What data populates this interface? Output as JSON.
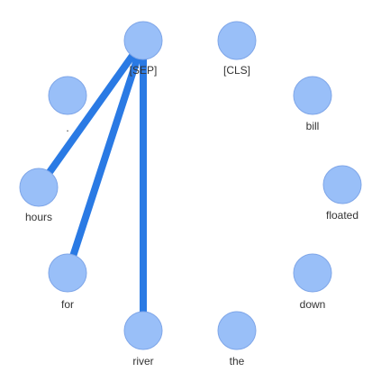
{
  "colors": {
    "node_fill": "#99bff8",
    "node_stroke": "#7fa6e8",
    "edge": "#2a7ae4",
    "label": "#333333"
  },
  "tokens": [
    {
      "id": "sep",
      "label": "[SEP]"
    },
    {
      "id": "cls",
      "label": "[CLS]"
    },
    {
      "id": "bill",
      "label": "bill"
    },
    {
      "id": "floated",
      "label": "floated"
    },
    {
      "id": "down",
      "label": "down"
    },
    {
      "id": "the",
      "label": "the"
    },
    {
      "id": "river",
      "label": "river"
    },
    {
      "id": "for",
      "label": "for"
    },
    {
      "id": "hours",
      "label": "hours"
    },
    {
      "id": "period",
      "label": "."
    }
  ],
  "edges": [
    {
      "from": "sep",
      "to": "hours"
    },
    {
      "from": "sep",
      "to": "for"
    },
    {
      "from": "sep",
      "to": "river"
    }
  ]
}
